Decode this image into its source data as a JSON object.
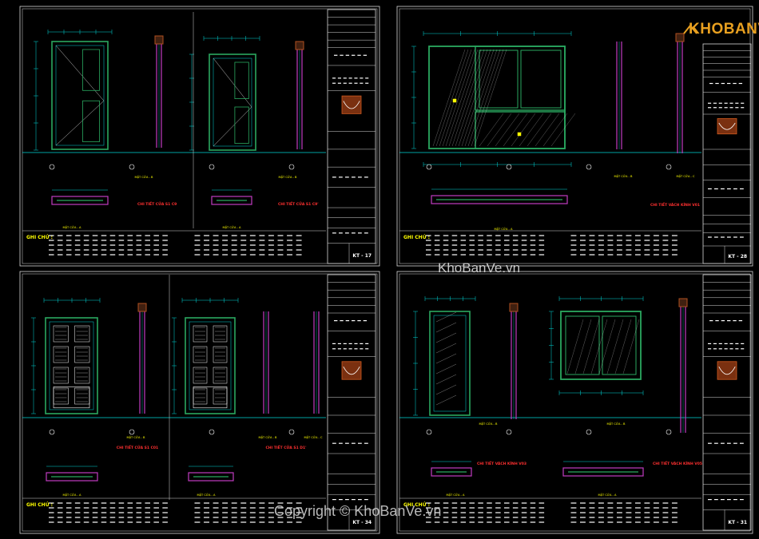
{
  "watermark": {
    "logo_text": "KHOBANVE",
    "mid_text": "KhoBanVe.vn",
    "bottom_text": "Copyright © KhoBanVe.vn"
  },
  "colors": {
    "frame": "#d8d8d8",
    "dim": "#00d8d8",
    "wall": "#c03cc0",
    "door": "#2aa860",
    "title_red": "#ff3030",
    "note_yellow": "#ffff00",
    "white": "#ffffff"
  },
  "sheets": [
    {
      "id": "sheet-top-left",
      "sheet_no": "KT - 17",
      "callout_label": "GHI CHÚ :",
      "detail_titles": [
        "CHI TIẾT CỬA S1 C9",
        "CHI TIẾT CỬA S1 C9'"
      ],
      "view_labels": [
        "MẶT CỬA - B",
        "MẶT CỬA - B",
        "MẶT CỬA - A",
        "MẶT CỬA - A"
      ]
    },
    {
      "id": "sheet-top-right",
      "sheet_no": "KT - 28",
      "callout_label": "GHI CHÚ :",
      "detail_titles": [
        "CHI TIẾT VÁCH KÍNH V01"
      ],
      "view_labels": [
        "MẶT CỬA - B",
        "MẶT CỬA - C",
        "MẶT CỬA - A"
      ]
    },
    {
      "id": "sheet-bottom-left",
      "sheet_no": "KT - 34",
      "callout_label": "GHI CHÚ :",
      "detail_titles": [
        "CHI TIẾT CỬA S1 C01",
        "CHI TIẾT CỬA S1 D1'"
      ],
      "view_labels": [
        "MẶT CỬA - B",
        "MẶT CỬA - C",
        "MẶT CỬA - B",
        "MẶT CỬA - A",
        "MẶT CỬA - A"
      ]
    },
    {
      "id": "sheet-bottom-right",
      "sheet_no": "KT - 31",
      "callout_label": "GHI CHÚ :",
      "detail_titles": [
        "CHI TIẾT VÁCH KÍNH V03",
        "CHI TIẾT VÁCH KÍNH V05"
      ],
      "view_labels": [
        "MẶT CỬA - B",
        "MẶT CỬA - B",
        "MẶT CỬA - A",
        "MẶT CỬA - A"
      ]
    }
  ]
}
